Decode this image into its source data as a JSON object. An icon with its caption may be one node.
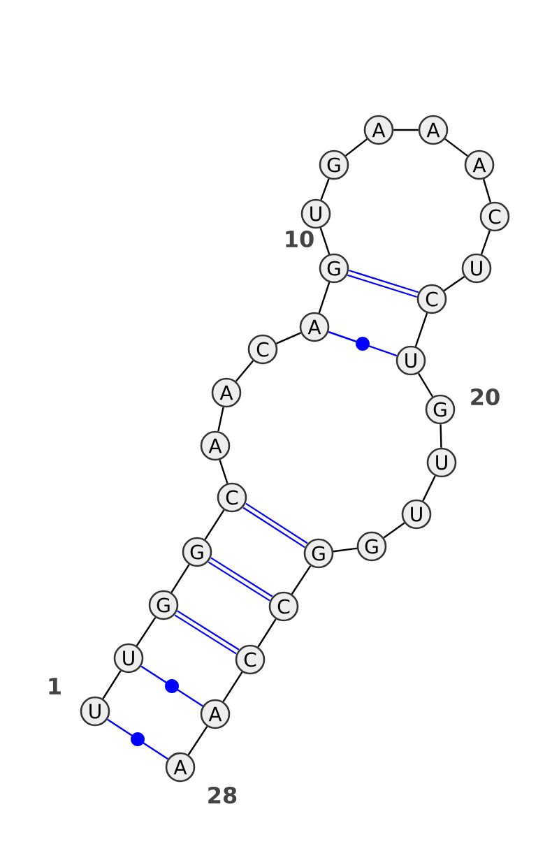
{
  "diagram": {
    "nodes": [
      {
        "text": [
          "U"
        ],
        "beside": [
          "1"
        ]
      },
      {
        "text": [
          "U"
        ]
      },
      {
        "text": [
          "G"
        ]
      },
      {
        "text": [
          "G"
        ]
      },
      {
        "text": [
          "C"
        ]
      },
      {
        "text": [
          "A"
        ]
      },
      {
        "text": [
          "A"
        ]
      },
      {
        "text": [
          "C"
        ]
      },
      {
        "text": [
          "A"
        ]
      },
      {
        "text": [
          "G"
        ],
        "beside": [
          "10"
        ]
      },
      {
        "text": [
          "U"
        ]
      },
      {
        "text": [
          "G"
        ]
      },
      {
        "text": [
          "A"
        ]
      },
      {
        "text": [
          "A"
        ]
      },
      {
        "text": [
          "A"
        ]
      },
      {
        "text": [
          "C"
        ]
      },
      {
        "text": [
          "U"
        ]
      },
      {
        "text": [
          "C"
        ]
      },
      {
        "text": [
          "U"
        ]
      },
      {
        "text": [
          "G"
        ],
        "beside": [
          "20"
        ]
      },
      {
        "text": [
          "U"
        ]
      },
      {
        "text": [
          "U"
        ]
      },
      {
        "text": [
          "G"
        ]
      },
      {
        "text": [
          "G"
        ]
      },
      {
        "text": [
          "C"
        ]
      },
      {
        "text": [
          "C"
        ]
      },
      {
        "text": [
          "A"
        ]
      },
      {
        "text": [
          "A"
        ],
        "beside": [
          "28"
        ]
      }
    ],
    "edges": [
      {
        "from": 0,
        "to": 1,
        "arrow": "none"
      },
      {
        "from": 1,
        "to": 2,
        "arrow": "none"
      },
      {
        "from": 2,
        "to": 3,
        "arrow": "none"
      },
      {
        "from": 3,
        "to": 4,
        "arrow": "none"
      },
      {
        "from": 4,
        "to": 5,
        "arrow": "none"
      },
      {
        "from": 5,
        "to": 6,
        "arrow": "none"
      },
      {
        "from": 6,
        "to": 7,
        "arrow": "none"
      },
      {
        "from": 7,
        "to": 8,
        "arrow": "none"
      },
      {
        "from": 8,
        "to": 9,
        "arrow": "none"
      },
      {
        "from": 9,
        "to": 10,
        "arrow": "none"
      },
      {
        "from": 10,
        "to": 11,
        "arrow": "none"
      },
      {
        "from": 11,
        "to": 12,
        "arrow": "none"
      },
      {
        "from": 12,
        "to": 13,
        "arrow": "none"
      },
      {
        "from": 13,
        "to": 14,
        "arrow": "none"
      },
      {
        "from": 14,
        "to": 15,
        "arrow": "none"
      },
      {
        "from": 15,
        "to": 16,
        "arrow": "none"
      },
      {
        "from": 16,
        "to": 17,
        "arrow": "none"
      },
      {
        "from": 17,
        "to": 18,
        "arrow": "none"
      },
      {
        "from": 18,
        "to": 19,
        "arrow": "none"
      },
      {
        "from": 19,
        "to": 20,
        "arrow": "none"
      },
      {
        "from": 20,
        "to": 21,
        "arrow": "none"
      },
      {
        "from": 21,
        "to": 22,
        "arrow": "none"
      },
      {
        "from": 22,
        "to": 23,
        "arrow": "none"
      },
      {
        "from": 23,
        "to": 24,
        "arrow": "none"
      },
      {
        "from": 24,
        "to": 25,
        "arrow": "none"
      },
      {
        "from": 25,
        "to": 26,
        "arrow": "none"
      },
      {
        "from": 26,
        "to": 27,
        "arrow": "none"
      },
      {
        "from": 0,
        "to": 27,
        "arrow": "none",
        "color": "#0000ff"
      },
      {
        "from": 1,
        "to": 26,
        "arrow": "none",
        "color": "#0000ff"
      },
      {
        "from": 2,
        "to": 25,
        "arrow": "none",
        "style": "thick",
        "color": "#0000ff"
      },
      {
        "from": 3,
        "to": 24,
        "arrow": "none",
        "style": "thick",
        "color": "#0000ff"
      },
      {
        "from": 4,
        "to": 23,
        "arrow": "none",
        "style": "thick",
        "color": "#0000ff"
      },
      {
        "from": 8,
        "to": 18,
        "arrow": "none",
        "color": "#0000ff"
      },
      {
        "from": 9,
        "to": 17,
        "arrow": "none",
        "style": "thick",
        "color": "#0000ff"
      }
    ]
  }
}
